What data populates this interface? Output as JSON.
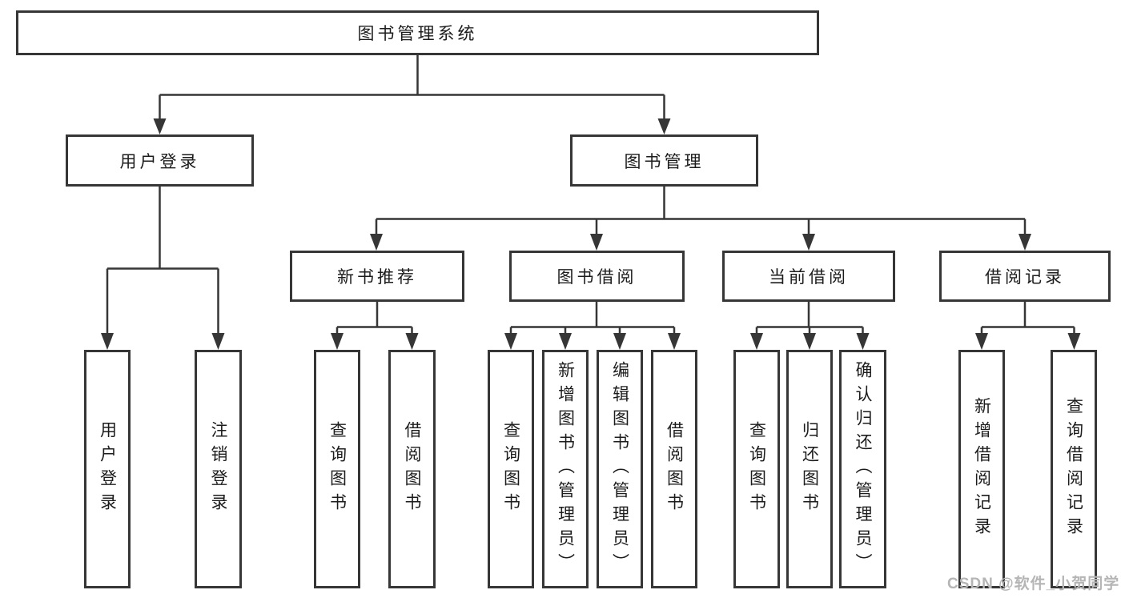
{
  "tree": {
    "label": "图书管理系统",
    "children": [
      {
        "label": "用户登录",
        "children": [
          {
            "label": "用户登录"
          },
          {
            "label": "注销登录"
          }
        ]
      },
      {
        "label": "图书管理",
        "children": [
          {
            "label": "新书推荐",
            "children": [
              {
                "label": "查询图书"
              },
              {
                "label": "借阅图书"
              }
            ]
          },
          {
            "label": "图书借阅",
            "children": [
              {
                "label": "查询图书"
              },
              {
                "label": "新增图书（管理员）"
              },
              {
                "label": "编辑图书（管理员）"
              },
              {
                "label": "借阅图书"
              }
            ]
          },
          {
            "label": "当前借阅",
            "children": [
              {
                "label": "查询图书"
              },
              {
                "label": "归还图书"
              },
              {
                "label": "确认归还（管理员）"
              }
            ]
          },
          {
            "label": "借阅记录",
            "children": [
              {
                "label": "新增借阅记录"
              },
              {
                "label": "查询借阅记录"
              }
            ]
          }
        ]
      }
    ]
  },
  "watermark": {
    "text": "CSDN @软件_小贺同学"
  },
  "colors": {
    "line": "#363636",
    "text": "#1c1c1c",
    "watermark": "#b5b5b5",
    "background": "#ffffff"
  }
}
